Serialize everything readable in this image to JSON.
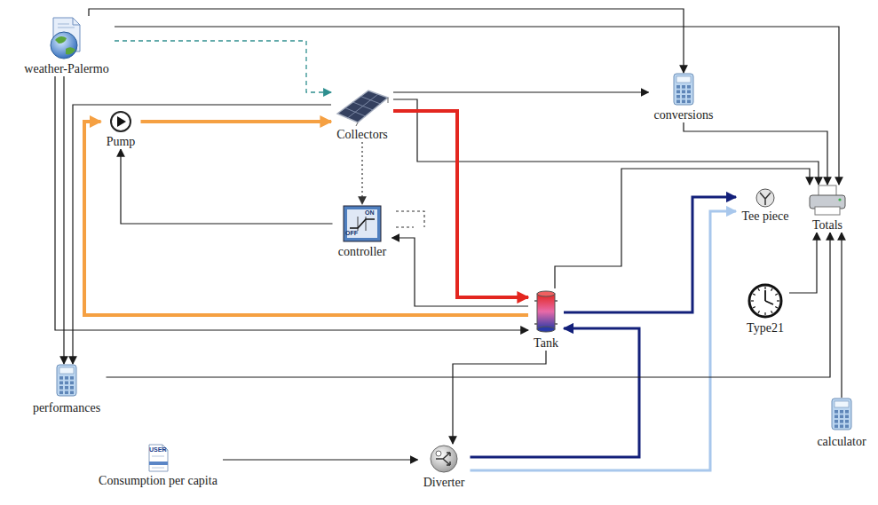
{
  "diagram": {
    "nodes": [
      {
        "text": [
          "weather-Palermo"
        ]
      },
      {
        "text": [
          "Collectors"
        ]
      },
      {
        "text": [
          "conversions"
        ]
      },
      {
        "text": [
          "Pump"
        ]
      },
      {
        "text": [
          "controller"
        ]
      },
      {
        "text": [
          "Tee piece"
        ]
      },
      {
        "text": [
          "Totals"
        ]
      },
      {
        "text": [
          "Tank"
        ]
      },
      {
        "text": [
          "Type21"
        ]
      },
      {
        "text": [
          "performances"
        ]
      },
      {
        "text": [
          "calculator"
        ]
      },
      {
        "text": [
          "Consumption per capita"
        ]
      },
      {
        "text": [
          "Diverter"
        ]
      }
    ],
    "edges": [
      {
        "from": 0,
        "to": 2,
        "arrow": "to"
      },
      {
        "from": 0,
        "to": 6,
        "arrow": "to"
      },
      {
        "from": 0,
        "to": 1,
        "arrow": "to"
      },
      {
        "from": 1,
        "to": 2,
        "arrow": "to"
      },
      {
        "from": 1,
        "to": 6,
        "arrow": "to"
      },
      {
        "from": 1,
        "to": 7,
        "arrow": "to"
      },
      {
        "from": 1,
        "to": 9,
        "arrow": "to"
      },
      {
        "from": 1,
        "to": 4,
        "arrow": "to"
      },
      {
        "from": 3,
        "to": 1,
        "arrow": "to"
      },
      {
        "from": 7,
        "to": 3,
        "arrow": "to"
      },
      {
        "from": 4,
        "to": 3,
        "arrow": "to"
      },
      {
        "from": 7,
        "to": 4,
        "arrow": "to"
      },
      {
        "from": 7,
        "to": 5,
        "arrow": "to"
      },
      {
        "from": 12,
        "to": 7,
        "arrow": "to"
      },
      {
        "from": 12,
        "to": 5,
        "arrow": "to"
      },
      {
        "from": 11,
        "to": 12,
        "arrow": "to"
      },
      {
        "from": 7,
        "to": 12,
        "arrow": "to"
      },
      {
        "from": 7,
        "to": 6,
        "arrow": "to"
      },
      {
        "from": 2,
        "to": 6,
        "arrow": "to"
      },
      {
        "from": 0,
        "to": 7,
        "arrow": "to"
      },
      {
        "from": 0,
        "to": 9,
        "arrow": "to"
      },
      {
        "from": 9,
        "to": 6,
        "arrow": "to"
      },
      {
        "from": 8,
        "to": 6,
        "arrow": "to"
      },
      {
        "from": 10,
        "to": 6,
        "arrow": "to"
      }
    ],
    "labels": [
      "ON",
      "OFF",
      "USER"
    ]
  }
}
